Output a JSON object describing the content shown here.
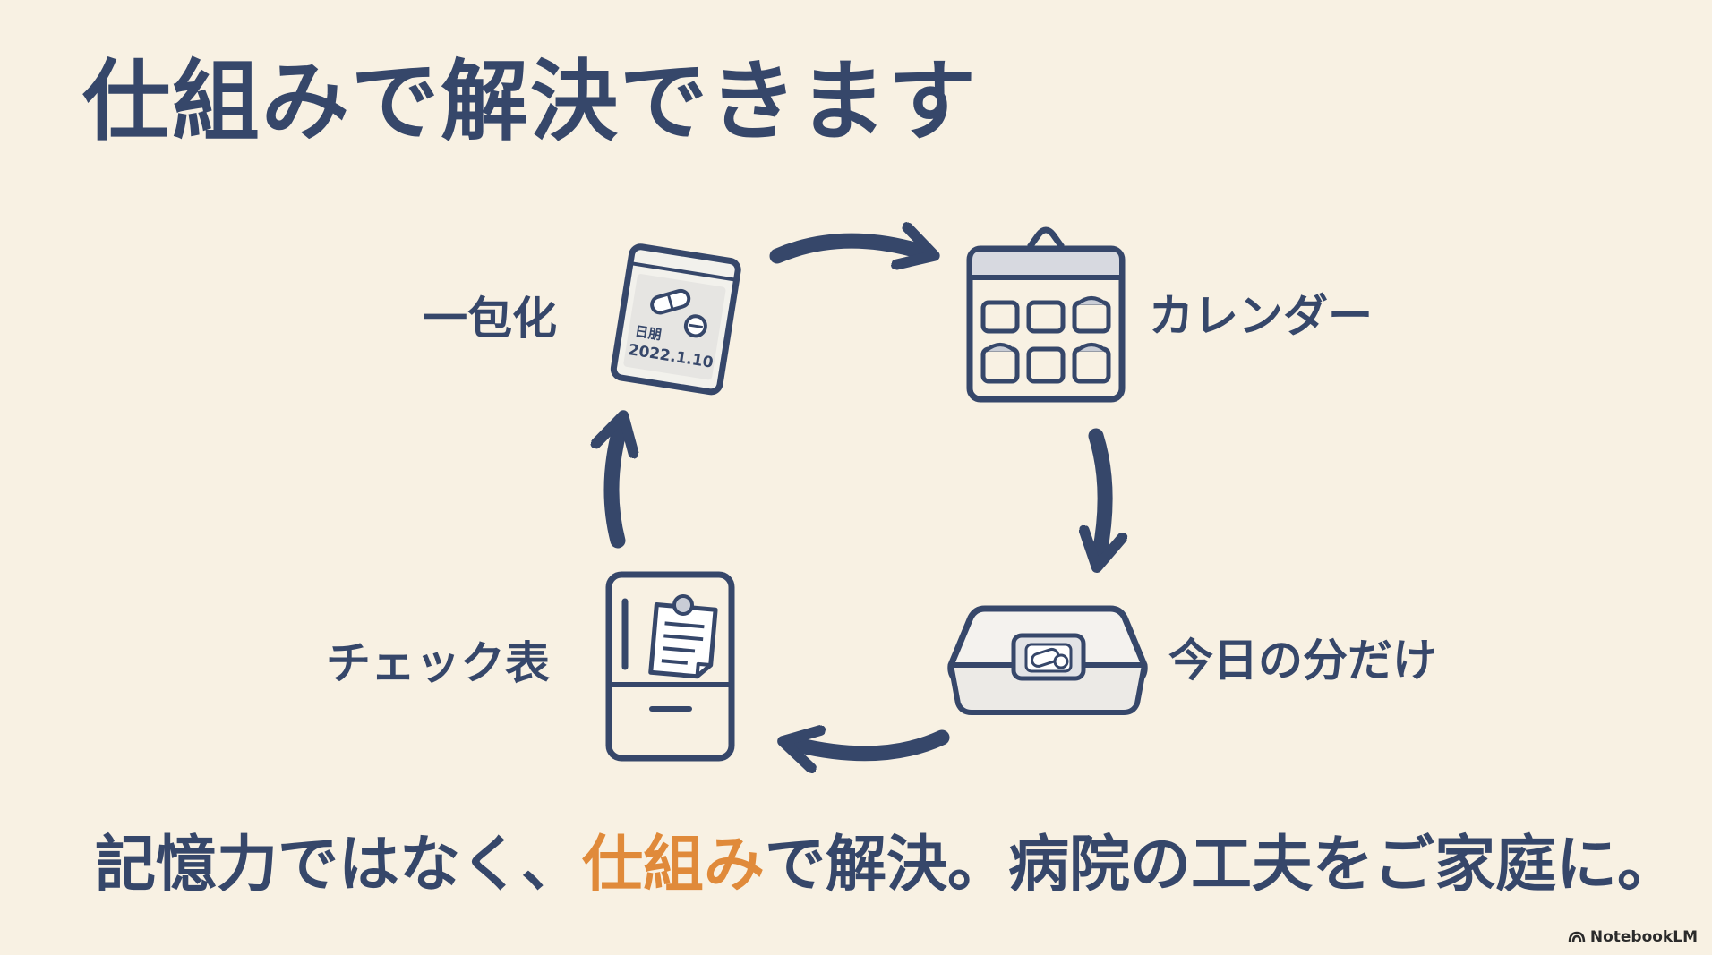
{
  "title": "仕組みで解決できます",
  "cycle": {
    "steps": [
      {
        "label": "一包化",
        "icon": "medicine-packet-icon",
        "packet_text_line1": "日朋",
        "packet_text_line2": "2022.1.10"
      },
      {
        "label": "カレンダー",
        "icon": "pill-calendar-icon"
      },
      {
        "label": "今日の分だけ",
        "icon": "pill-tray-icon"
      },
      {
        "label": "チェック表",
        "icon": "fridge-checklist-icon"
      }
    ]
  },
  "caption": {
    "before": "記憶力ではなく、",
    "highlight": "仕組み",
    "after": "で解決。病院の工夫をご家庭に。"
  },
  "watermark": {
    "text": "NotebookLM"
  },
  "colors": {
    "ink": "#36476a",
    "highlight": "#e08a3a",
    "background": "#f8f1e3"
  }
}
